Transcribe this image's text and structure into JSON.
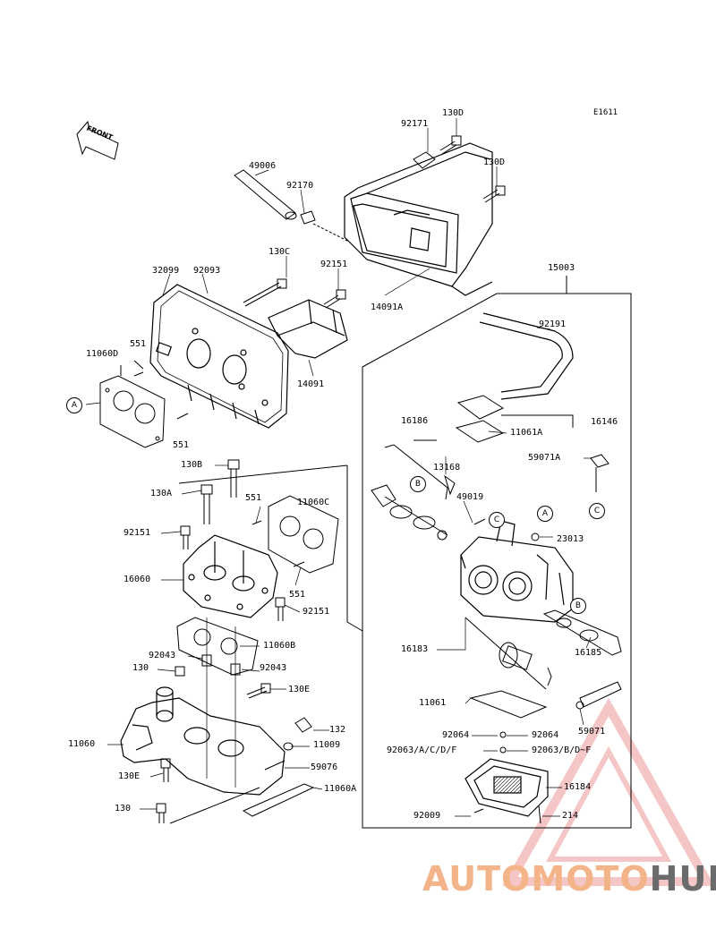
{
  "diagram_code": "E1611",
  "front_marker": "FRONT",
  "parts": [
    {
      "id": "p92171",
      "text": "92171"
    },
    {
      "id": "p130d_a",
      "text": "130D"
    },
    {
      "id": "p130d_b",
      "text": "130D"
    },
    {
      "id": "p49006",
      "text": "49006"
    },
    {
      "id": "p92170",
      "text": "92170"
    },
    {
      "id": "p130c",
      "text": "130C"
    },
    {
      "id": "p92151_a",
      "text": "92151"
    },
    {
      "id": "p14091a",
      "text": "14091A"
    },
    {
      "id": "p15003",
      "text": "15003"
    },
    {
      "id": "p32099",
      "text": "32099"
    },
    {
      "id": "p92093",
      "text": "92093"
    },
    {
      "id": "p551_a",
      "text": "551"
    },
    {
      "id": "p11060d",
      "text": "11060D"
    },
    {
      "id": "p14091",
      "text": "14091"
    },
    {
      "id": "p92191",
      "text": "92191"
    },
    {
      "id": "p551_b",
      "text": "551"
    },
    {
      "id": "p16186",
      "text": "16186"
    },
    {
      "id": "p16146",
      "text": "16146"
    },
    {
      "id": "p11061a",
      "text": "11061A"
    },
    {
      "id": "p130b",
      "text": "130B"
    },
    {
      "id": "p13168",
      "text": "13168"
    },
    {
      "id": "p59071a",
      "text": "59071A"
    },
    {
      "id": "p130a",
      "text": "130A"
    },
    {
      "id": "p551_c",
      "text": "551"
    },
    {
      "id": "p11060c",
      "text": "11060C"
    },
    {
      "id": "p49019",
      "text": "49019"
    },
    {
      "id": "p92151_b",
      "text": "92151"
    },
    {
      "id": "p23013",
      "text": "23013"
    },
    {
      "id": "p16060",
      "text": "16060"
    },
    {
      "id": "p551_d",
      "text": "551"
    },
    {
      "id": "p92151_c",
      "text": "92151"
    },
    {
      "id": "p11060b",
      "text": "11060B"
    },
    {
      "id": "p16183",
      "text": "16183"
    },
    {
      "id": "p92043_a",
      "text": "92043"
    },
    {
      "id": "p130",
      "text": "130"
    },
    {
      "id": "p92043_b",
      "text": "92043"
    },
    {
      "id": "p16185",
      "text": "16185"
    },
    {
      "id": "p130e_a",
      "text": "130E"
    },
    {
      "id": "p11061",
      "text": "11061"
    },
    {
      "id": "p132",
      "text": "132"
    },
    {
      "id": "p92064_a",
      "text": "92064"
    },
    {
      "id": "p92064_b",
      "text": "92064"
    },
    {
      "id": "p59071",
      "text": "59071"
    },
    {
      "id": "p11060",
      "text": "11060"
    },
    {
      "id": "p11009",
      "text": "11009"
    },
    {
      "id": "p92063a",
      "text": "92063/A/C/D/F"
    },
    {
      "id": "p92063b",
      "text": "92063/B/D~F"
    },
    {
      "id": "p130e_b",
      "text": "130E"
    },
    {
      "id": "p59076",
      "text": "59076"
    },
    {
      "id": "p16184",
      "text": "16184"
    },
    {
      "id": "p11060a",
      "text": "11060A"
    },
    {
      "id": "p130_b",
      "text": "130"
    },
    {
      "id": "p92009",
      "text": "92009"
    },
    {
      "id": "p214",
      "text": "214"
    }
  ],
  "callouts": [
    {
      "id": "c1",
      "text": "A"
    },
    {
      "id": "c2",
      "text": "B"
    },
    {
      "id": "c3",
      "text": "C"
    },
    {
      "id": "c4",
      "text": "C"
    },
    {
      "id": "c5",
      "text": "A"
    },
    {
      "id": "c6",
      "text": "B"
    }
  ],
  "watermark": {
    "part1": "AUTOMOTO",
    "part2": "HUB",
    "color1": "#f4b48a",
    "color2": "#6b6b6b"
  }
}
